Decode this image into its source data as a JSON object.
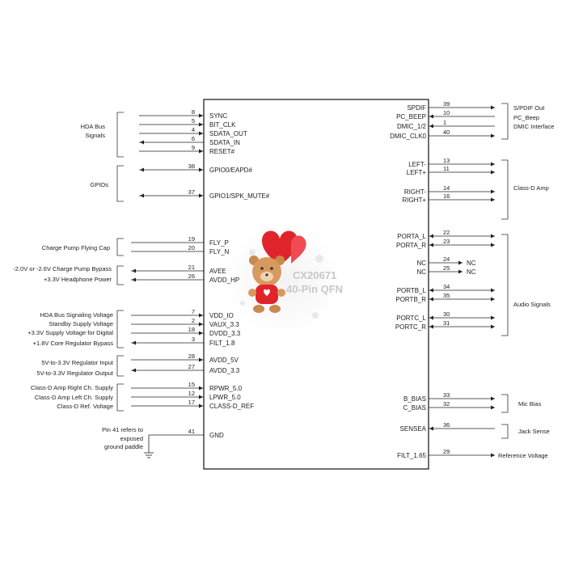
{
  "chip": {
    "part": "CX20671",
    "package": "40-Pin QFN"
  },
  "left_pins": [
    {
      "num": "8",
      "label": "SYNC",
      "y": 0
    },
    {
      "num": "5",
      "label": "BIT_CLK",
      "y": 0
    },
    {
      "num": "4",
      "label": "SDATA_OUT",
      "y": 0
    },
    {
      "num": "6",
      "label": "SDATA_IN",
      "y": 0
    },
    {
      "num": "9",
      "label": "RESET#",
      "y": 0
    },
    {
      "num": "38",
      "label": "GPIO0/EAPD#",
      "y": 0
    },
    {
      "num": "37",
      "label": "GPIO1/SPK_MUTE#",
      "y": 0
    },
    {
      "num": "19",
      "label": "FLY_P",
      "y": 0
    },
    {
      "num": "20",
      "label": "FLY_N",
      "y": 0
    },
    {
      "num": "21",
      "label": "AVEE",
      "y": 0
    },
    {
      "num": "26",
      "label": "AVDD_HP",
      "y": 0
    },
    {
      "num": "7",
      "label": "VDD_IO",
      "y": 0
    },
    {
      "num": "2",
      "label": "VAUX_3.3",
      "y": 0
    },
    {
      "num": "18",
      "label": "DVDD_3.3",
      "y": 0
    },
    {
      "num": "3",
      "label": "FILT_1.8",
      "y": 0
    },
    {
      "num": "28",
      "label": "AVDD_5V",
      "y": 0
    },
    {
      "num": "27",
      "label": "AVDD_3.3",
      "y": 0
    },
    {
      "num": "15",
      "label": "RPWR_5.0",
      "y": 0
    },
    {
      "num": "12",
      "label": "LPWR_5.0",
      "y": 0
    },
    {
      "num": "17",
      "label": "CLASS-D_REF",
      "y": 0
    },
    {
      "num": "41",
      "label": "GND",
      "y": 0
    }
  ],
  "right_pins": [
    {
      "num": "39",
      "label": "SPDIF"
    },
    {
      "num": "10",
      "label": "PC_BEEP"
    },
    {
      "num": "1",
      "label": "DMIC_1/2"
    },
    {
      "num": "40",
      "label": "DMIC_CLK0"
    },
    {
      "num": "13",
      "label": "LEFT-"
    },
    {
      "num": "11",
      "label": "LEFT+"
    },
    {
      "num": "14",
      "label": "RIGHT-"
    },
    {
      "num": "16",
      "label": "RIGHT+"
    },
    {
      "num": "22",
      "label": "PORTA_L"
    },
    {
      "num": "23",
      "label": "PORTA_R"
    },
    {
      "num": "24",
      "label": "NC"
    },
    {
      "num": "25",
      "label": "NC"
    },
    {
      "num": "34",
      "label": "PORTB_L"
    },
    {
      "num": "35",
      "label": "PORTB_R"
    },
    {
      "num": "30",
      "label": "PORTC_L"
    },
    {
      "num": "31",
      "label": "PORTC_R"
    },
    {
      "num": "33",
      "label": "B_BIAS"
    },
    {
      "num": "32",
      "label": "C_BIAS"
    },
    {
      "num": "36",
      "label": "SENSEA"
    },
    {
      "num": "29",
      "label": "FILT_1.65"
    }
  ],
  "nc_labels": [
    "NC",
    "NC"
  ],
  "left_groups": {
    "hda_bus": [
      "HDA Bus",
      "Signals"
    ],
    "gpios": "GPIOs",
    "charge_pump_cap": "Charge Pump Flying Cap",
    "charge_pump_bypass": "-2.0V or -2.6V Charge Pump Bypass",
    "headphone_power": "+3.3V Headphone Power",
    "hda_signaling_voltage": "HDA Bus Signaling Voltage",
    "standby_voltage": "Standby Supply Voltage",
    "digital_voltage": "+3.3V Supply Voltage for Digital",
    "core_regulator": "+1.8V Core Regulator Bypass",
    "regulator_input": "5V-to-3.3V Regulator Input",
    "regulator_output": "5V-to-3.3V Regulator Output",
    "amp_right_supply": "Class-D Amp Right Ch. Supply",
    "amp_left_supply": "Class-D Amp Left Ch. Supply",
    "class_d_ref": "Class-D Ref. Voltage",
    "gnd_note": [
      "Pin 41 refers to",
      "exposed",
      "ground paddle"
    ]
  },
  "right_groups": {
    "spdif_out": "S/PDIF Out",
    "pc_beep": "PC_Beep",
    "dmic_interface": "DMIC Interface",
    "class_d_amp": "Class-D Amp",
    "audio_signals": "Audio Signals",
    "mic_bias": "Mic Bias",
    "jack_sense": "Jack Sense",
    "reference_voltage": "Reference Voltage"
  },
  "colors": {
    "line": "#222222",
    "chip_border": "#111111",
    "watermark_heart": "#e0242c",
    "watermark_bear": "#d79a5e"
  }
}
